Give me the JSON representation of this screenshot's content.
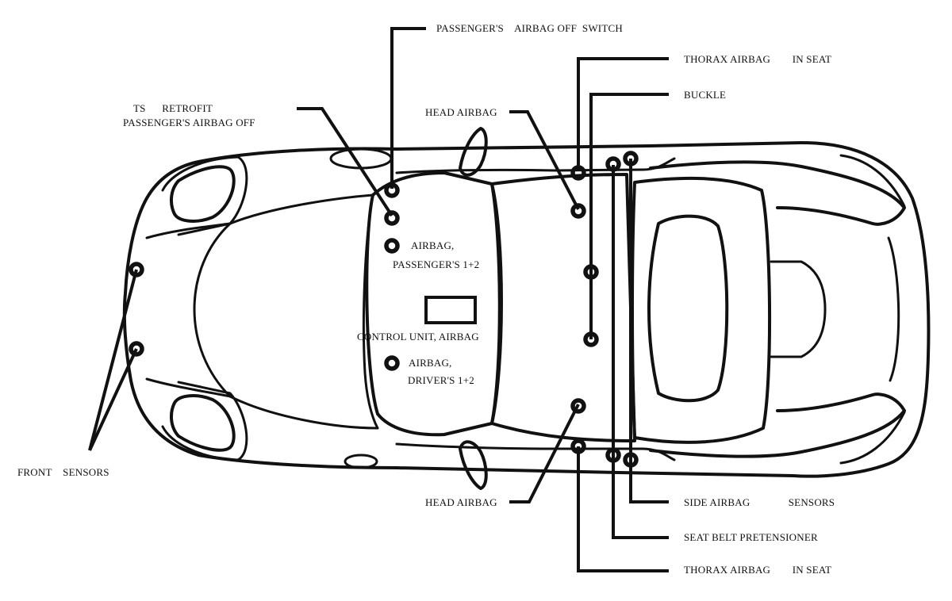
{
  "labels": {
    "passenger_airbag_off_switch": "PASSENGER'S    AIRBAG OFF  SWITCH",
    "thorax_airbag_top": "THORAX AIRBAG        IN SEAT",
    "buckle": "BUCKLE",
    "head_airbag_top": "HEAD AIRBAG",
    "ts_retrofit_line1": "TS      RETROFIT",
    "ts_retrofit_line2": "PASSENGER'S AIRBAG OFF",
    "airbag_passenger_line1": "AIRBAG,",
    "airbag_passenger_line2": "PASSENGER'S 1+2",
    "control_unit_airbag": "CONTROL UNIT, AIRBAG",
    "airbag_driver_line1": "AIRBAG,",
    "airbag_driver_line2": "DRIVER'S 1+2",
    "front_sensors": "FRONT    SENSORS",
    "head_airbag_bottom": "HEAD AIRBAG",
    "side_airbag_sensors": "SIDE AIRBAG              SENSORS",
    "seat_belt_pretensioner": "SEAT BELT PRETENSIONER",
    "thorax_airbag_bottom": "THORAX AIRBAG        IN SEAT"
  }
}
